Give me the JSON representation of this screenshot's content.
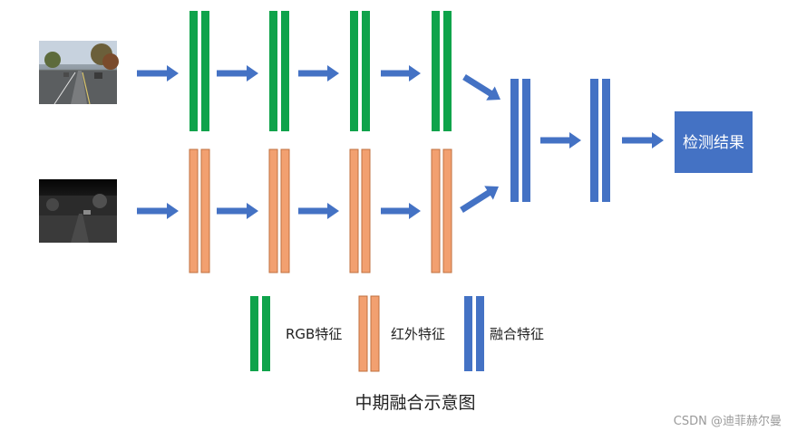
{
  "colors": {
    "rgb_feature": "#0fa34b",
    "ir_feature": "#f2a070",
    "fusion_feature": "#4472c4",
    "arrow": "#4472c4",
    "result_box": "#4472c4"
  },
  "inputs": {
    "rgb_image": "rgb-road-photo",
    "ir_image": "infrared-road-photo"
  },
  "result_box": {
    "label": "检测结果"
  },
  "legend": {
    "rgb_label": "RGB特征",
    "ir_label": "红外特征",
    "fusion_label": "融合特征"
  },
  "caption": "中期融合示意图",
  "watermark": "CSDN @迪菲赫尔曼"
}
